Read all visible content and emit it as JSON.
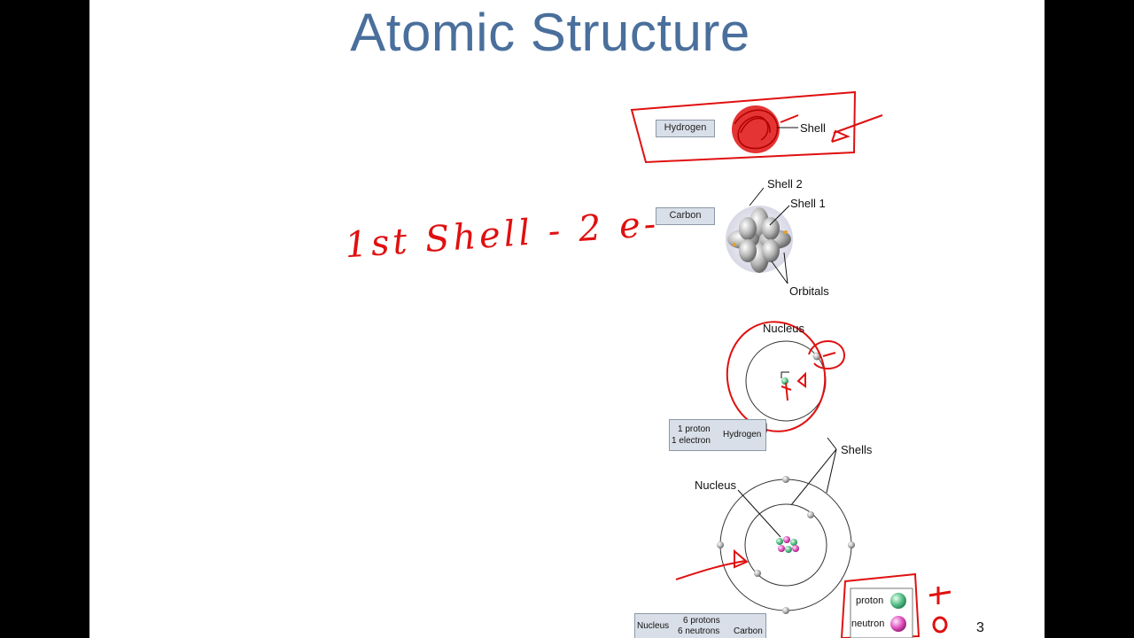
{
  "slide": {
    "title": "Atomic Structure",
    "page_number": "3"
  },
  "handwriting": {
    "note": "1st Shell - 2 e-"
  },
  "figure_top": {
    "hydrogen_box": "Hydrogen",
    "shell_label": "Shell",
    "carbon_box": "Carbon",
    "shell2_label": "Shell 2",
    "shell1_label": "Shell 1",
    "orbitals_label": "Orbitals"
  },
  "figure_bottom": {
    "nucleus_label_h": "Nucleus",
    "h_line1": "1 proton",
    "h_line2": "1 electron",
    "h_name": "Hydrogen",
    "shells_label": "Shells",
    "nucleus_label_c": "Nucleus",
    "c_prefix": "Nucleus",
    "c_line1": "6 protons",
    "c_line2": "6 neutrons",
    "c_name": "Carbon",
    "legend_proton": "proton",
    "legend_neutron": "neutron"
  },
  "colors": {
    "title": "#4a6f9c",
    "ink_red": "#e01010",
    "label_bg": "#d9dfe8",
    "proton": "#5cc28a",
    "neutron": "#e25ac4"
  }
}
